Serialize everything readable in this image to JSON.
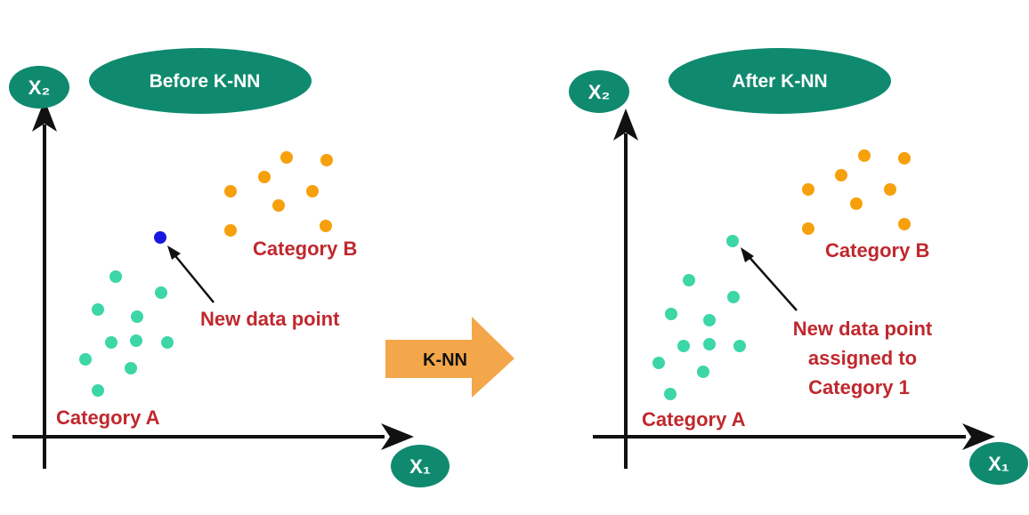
{
  "colors": {
    "accent": "#0f8a6f",
    "category_a": "#3dd6a6",
    "category_b": "#f6a00c",
    "new_point": "#1717e0",
    "label_red": "#c0282d",
    "big_arrow": "#f4a64a",
    "axis": "#111111"
  },
  "middle_arrow": {
    "label": "K-NN"
  },
  "before": {
    "title": "Before K-NN",
    "x_axis_label": "X₁",
    "y_axis_label": "X₂",
    "category_a_label": "Category A",
    "category_b_label": "Category B",
    "new_point_label": "New data point"
  },
  "after": {
    "title": "After K-NN",
    "x_axis_label": "X₁",
    "y_axis_label": "X₂",
    "category_a_label": "Category A",
    "category_b_label": "Category B",
    "new_point_label_lines": [
      "New data point",
      "assigned to",
      "Category 1"
    ]
  }
}
